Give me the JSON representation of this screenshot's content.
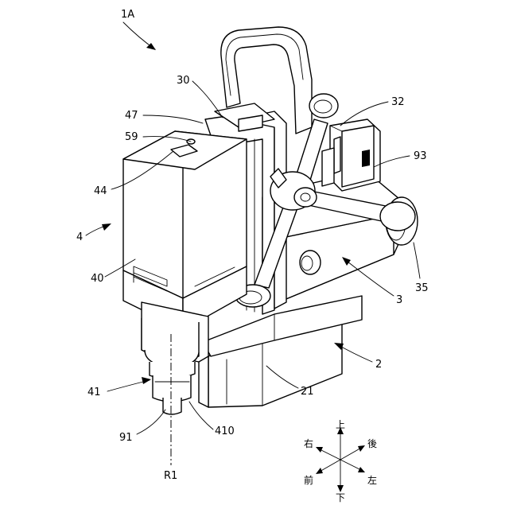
{
  "labels": {
    "l_1a": "1A",
    "l_30": "30",
    "l_32": "32",
    "l_47": "47",
    "l_59": "59",
    "l_93": "93",
    "l_44": "44",
    "l_4": "4",
    "l_40": "40",
    "l_3": "3",
    "l_35": "35",
    "l_2": "2",
    "l_41": "41",
    "l_21": "21",
    "l_91": "91",
    "l_410": "410",
    "l_r1": "R1"
  },
  "directions": {
    "up": "上",
    "down": "下",
    "right": "右",
    "back": "後",
    "front": "前",
    "left": "左"
  }
}
